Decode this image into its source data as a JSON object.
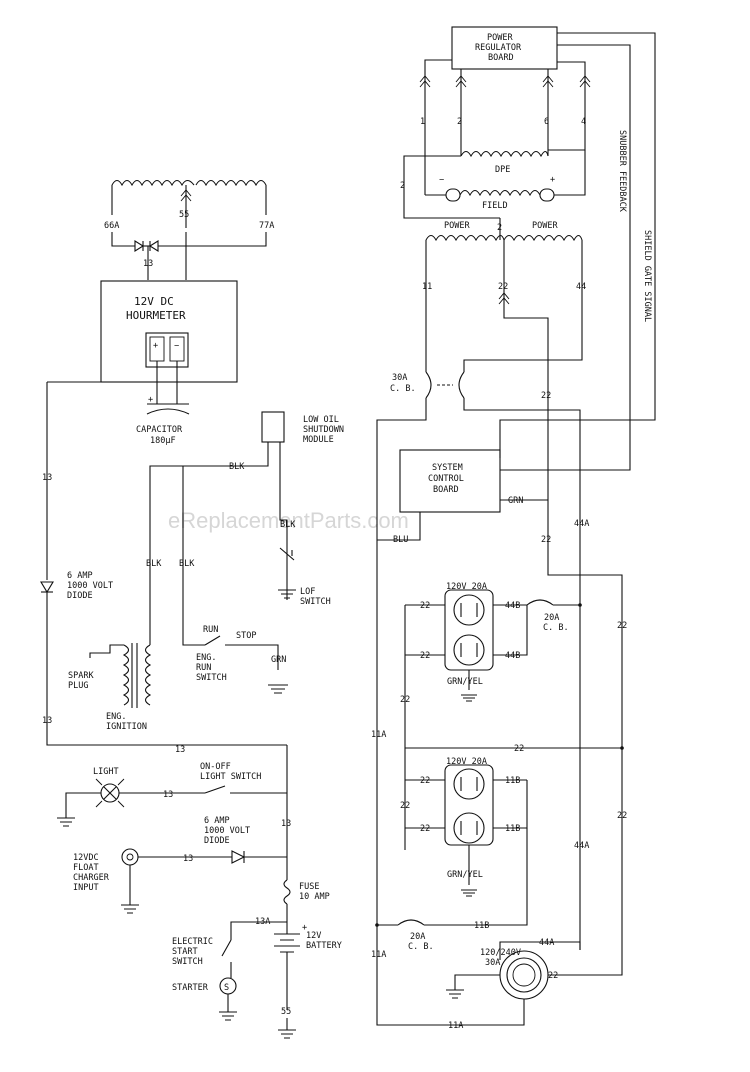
{
  "watermark": "eReplacementParts.com",
  "left": {
    "coil_labels": {
      "left_tap": "66A",
      "center_tap": "55",
      "right_tap": "77A"
    },
    "diode_node": "13",
    "hourmeter": {
      "line1": "12V DC",
      "line2": "HOURMETER"
    },
    "capacitor": {
      "line1": "CAPACITOR",
      "line2": "180µF"
    },
    "wire_labels": [
      "13",
      "13",
      "13",
      "13",
      "13",
      "13",
      "13A",
      "55"
    ],
    "diode_top": {
      "line1": "6 AMP",
      "line2": "1000 VOLT",
      "line3": "DIODE"
    },
    "low_oil": {
      "line1": "LOW OIL",
      "line2": "SHUTDOWN",
      "line3": "MODULE"
    },
    "blk_labels": [
      "BLK",
      "BLK",
      "BLK",
      "BLK"
    ],
    "lof_switch": "LOF\nSWITCH",
    "lof_line1": "LOF",
    "lof_line2": "SWITCH",
    "spark_plug": {
      "line1": "SPARK",
      "line2": "PLUG"
    },
    "ignition": {
      "line1": "ENG.",
      "line2": "IGNITION"
    },
    "run_stop": {
      "run": "RUN",
      "stop": "STOP"
    },
    "run_switch": {
      "line1": "ENG.",
      "line2": "RUN",
      "line3": "SWITCH"
    },
    "grn_label": "GRN",
    "light": "LIGHT",
    "light_switch": {
      "line1": "ON-OFF",
      "line2": "LIGHT SWITCH"
    },
    "diode_bottom": {
      "line1": "6 AMP",
      "line2": "1000 VOLT",
      "line3": "DIODE"
    },
    "charger": {
      "line1": "12VDC",
      "line2": "FLOAT",
      "line3": "CHARGER",
      "line4": "INPUT"
    },
    "fuse": {
      "line1": "FUSE",
      "line2": "10 AMP"
    },
    "battery": {
      "line1": "12V",
      "line2": "BATTERY"
    },
    "start_switch": {
      "line1": "ELECTRIC",
      "line2": "START",
      "line3": "SWITCH"
    },
    "starter": "STARTER",
    "starter_symbol": "S"
  },
  "right": {
    "regulator": {
      "line1": "POWER",
      "line2": "REGULATOR",
      "line3": "BOARD"
    },
    "pins": [
      "1",
      "2",
      "6",
      "4"
    ],
    "dpe": "DPE",
    "field": "FIELD",
    "field_minus": "−",
    "field_plus": "+",
    "wire_2": "2",
    "power_left": "POWER",
    "power_right": "POWER",
    "power_mid": "2",
    "wires_top": [
      "11",
      "22",
      "44"
    ],
    "breaker_main": {
      "line1": "30A",
      "line2": "C. B."
    },
    "wire_22_right": "22",
    "snubber": "SNUBBER FEEDBACK",
    "shield": "SHIELD GATE SIGNAL",
    "system_board": {
      "line1": "SYSTEM",
      "line2": "CONTROL",
      "line3": "BOARD"
    },
    "grn": "GRN",
    "blu": "BLU",
    "w22_blu": "22",
    "w44a_a": "44A",
    "rec1": {
      "title": "120V 20A",
      "w22a": "22",
      "w44b_a": "44B",
      "w22b": "22",
      "w44b_b": "44B",
      "grn": "GRN/YEL"
    },
    "breaker_20a_1": {
      "line1": "20A",
      "line2": "C. B."
    },
    "w22_far": "22",
    "w22_mid": "22",
    "w11a_a": "11A",
    "w22_h": "22",
    "rec2": {
      "title": "120V 20A",
      "w22a": "22",
      "w11b_a": "11B",
      "w22b": "22",
      "w11b_b": "11B",
      "grn": "GRN/YEL"
    },
    "w22_mid2": "22",
    "w44a_b": "44A",
    "w22_far2": "22",
    "breaker_20a_2": {
      "line1": "20A",
      "line2": "C. B."
    },
    "w11b_c": "11B",
    "w11a_b": "11A",
    "w44a_c": "44A",
    "twistlock": {
      "line1": "120/240V",
      "line2": "30A"
    },
    "w22_tl": "22",
    "w11a_c": "11A"
  }
}
